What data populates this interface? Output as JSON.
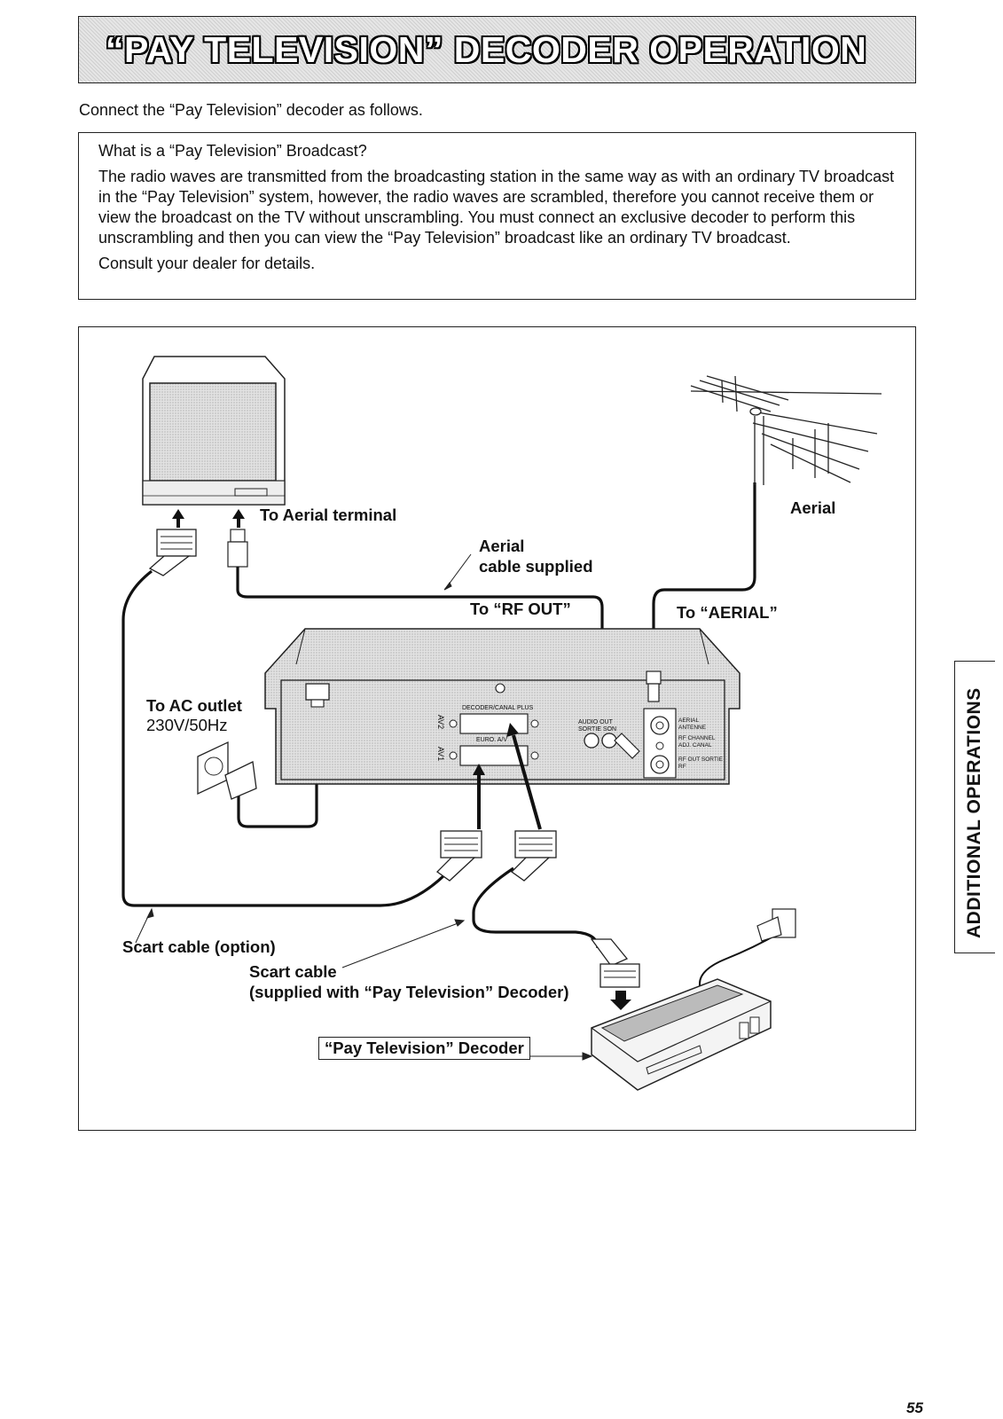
{
  "title": "“PAY TELEVISION” DECODER OPERATION",
  "intro": "Connect the “Pay Television” decoder as follows.",
  "info": {
    "heading": "What is a “Pay Television” Broadcast?",
    "body": "The radio waves are transmitted from the broadcasting station in the same way as with an ordinary TV broadcast in the “Pay Television” system, however, the radio waves are scrambled, therefore you cannot receive them or view the broadcast on the TV without unscrambling. You must connect an exclusive decoder to perform this unscrambling and then you can view the “Pay Television” broadcast like an ordinary TV broadcast.",
    "footer": "Consult your dealer for details."
  },
  "diagram": {
    "to_aerial_terminal": "To Aerial terminal",
    "aerial": "Aerial",
    "aerial_cable_line1": "Aerial",
    "aerial_cable_line2": "cable supplied",
    "to_rf_out": "To “RF OUT”",
    "to_aerial_socket": "To “AERIAL”",
    "to_ac_outlet_line1": "To AC outlet",
    "to_ac_outlet_line2": "230V/50Hz",
    "scart_option": "Scart cable (option)",
    "scart_supplied_line1": "Scart cable",
    "scart_supplied_line2": "(supplied with “Pay Television” Decoder)",
    "decoder_label": "“Pay Television” Decoder",
    "panel": {
      "decoder_canal_plus": "DECODER/CANAL PLUS",
      "euro_av": "EURO. A/V",
      "audio_out": "AUDIO OUT",
      "sortie_son": "SORTIE SON",
      "aerial_antenne": "AERIAL ANTENNE",
      "rf_channel_adj": "RF CHANNEL ADJ. CANAL",
      "rf_out_sortie": "RF OUT SORTIE RF",
      "av2": "AV2",
      "av1": "AV1"
    }
  },
  "side_tab": "ADDITIONAL OPERATIONS",
  "page_number": "55"
}
